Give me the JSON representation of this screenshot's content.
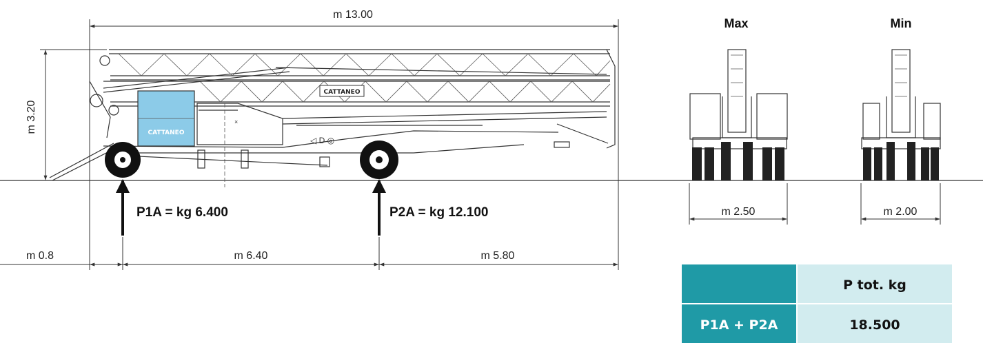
{
  "dimensions": {
    "overall_length": "m 13.00",
    "height": "m 3.20",
    "rear_overhang": "m 0.8",
    "wheelbase": "m 6.40",
    "front_overhang": "m 5.80",
    "width_max": "m 2.50",
    "width_min": "m 2.00"
  },
  "views": {
    "max_label": "Max",
    "min_label": "Min"
  },
  "loads": {
    "rear_axle": "P1A = kg 6.400",
    "front_axle": "P2A = kg 12.100"
  },
  "brand": {
    "name": "CATTANEO",
    "cab_color": "#8ccbe8"
  },
  "weight_table": {
    "header": "P tot. kg",
    "row_label": "P1A + P2A",
    "row_value": "18.500",
    "colors": {
      "teal": "#1f9aa6",
      "light": "#d2ecef",
      "white": "#ffffff"
    }
  }
}
